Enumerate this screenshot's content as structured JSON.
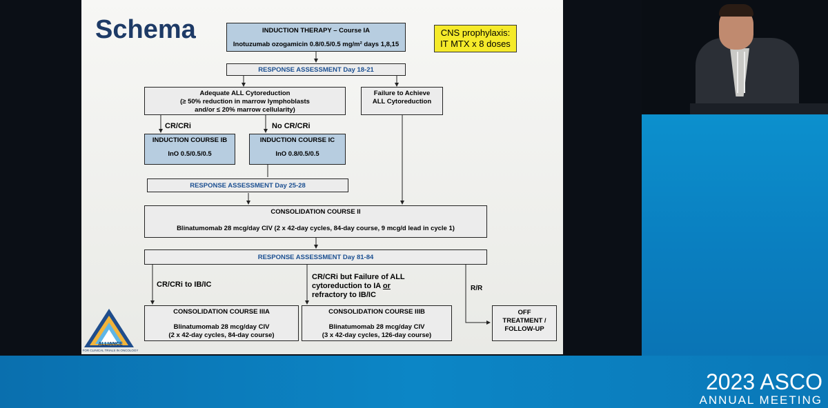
{
  "slide": {
    "title": "Schema",
    "cns": {
      "line1": "CNS prophylaxis:",
      "line2": "IT MTX x 8 doses"
    },
    "induction_ia": {
      "title": "INDUCTION THERAPY – Course IA",
      "detail": "Inotuzumab ozogamicin 0.8/0.5/0.5 mg/m² days 1,8,15"
    },
    "ra_1": "RESPONSE ASSESSMENT Day 18-21",
    "adequate": {
      "l1": "Adequate ALL Cytoreduction",
      "l2": "(≥ 50% reduction in marrow lymphoblasts",
      "l3": "and/or ≤ 20% marrow cellularity)"
    },
    "failure": {
      "l1": "Failure to Achieve",
      "l2": "ALL Cytoreduction"
    },
    "cr_label": "CR/CRi",
    "nocr_label": "No CR/CRi",
    "ib": {
      "title": "INDUCTION COURSE IB",
      "detail": "InO 0.5/0.5/0.5"
    },
    "ic": {
      "title": "INDUCTION COURSE IC",
      "detail": "InO 0.8/0.5/0.5"
    },
    "ra_2": "RESPONSE ASSESSMENT Day 25-28",
    "consolidation_ii": {
      "title": "CONSOLIDATION COURSE II",
      "detail": "Blinatumomab 28 mcg/day CIV (2 x 42-day cycles, 84-day course, 9 mcg/d lead in cycle 1)"
    },
    "ra_3": "RESPONSE ASSESSMENT Day 81-84",
    "cr_ib_ic_label": "CR/CRi to IB/IC",
    "cr_fail_label": {
      "l1": "CR/CRi but Failure of ALL",
      "l2a": "cytoreduction to IA ",
      "l2b": "or",
      "l3": "refractory to IB/IC"
    },
    "rr_label": "R/R",
    "iiia": {
      "title": "CONSOLIDATION COURSE IIIA",
      "l1": "Blinatumomab 28 mcg/day CIV",
      "l2": "(2 x 42-day cycles, 84-day course)"
    },
    "iiib": {
      "title": "CONSOLIDATION COURSE IIIB",
      "l1": "Blinatumomab 28 mcg/day CIV",
      "l2": "(3 x 42-day cycles, 126-day course)"
    },
    "off": {
      "l1": "OFF",
      "l2": "TREATMENT /",
      "l3": "FOLLOW-UP"
    },
    "logo": {
      "name": "ALLIANCE",
      "sub": "FOR CLINICAL TRIALS IN ONCOLOGY"
    }
  },
  "banner": {
    "year": "2023 ASCO",
    "sub": "ANNUAL MEETING"
  },
  "colors": {
    "box_blue": "#b7cde0",
    "title_blue": "#1d3a66",
    "ra_blue": "#1b4f91",
    "cns_yellow": "#f5ea2a",
    "asco_blue": "#0c86c6"
  }
}
